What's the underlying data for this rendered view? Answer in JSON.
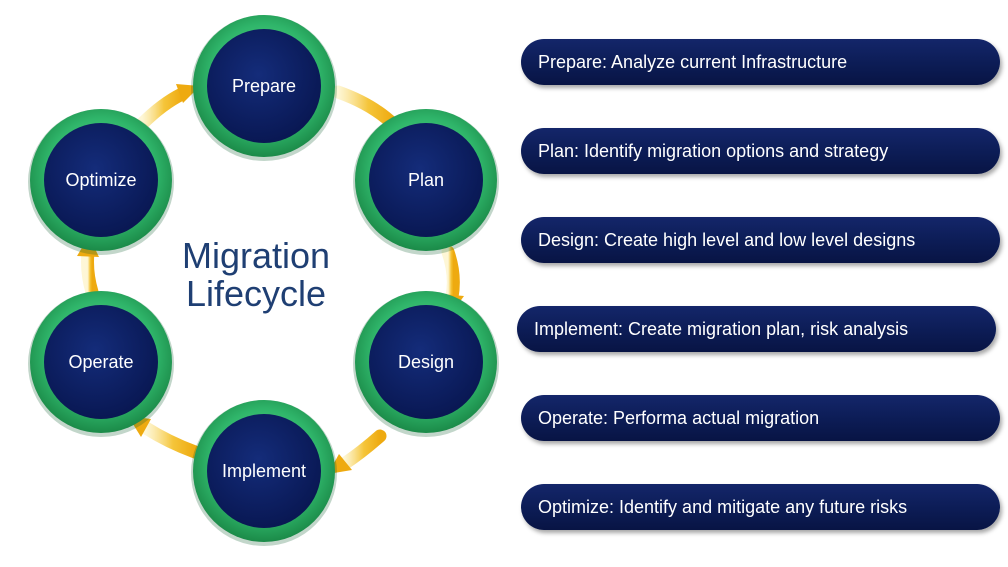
{
  "diagram": {
    "title_line1": "Migration",
    "title_line2": "Lifecycle",
    "stages": [
      {
        "id": "prepare",
        "label": "Prepare"
      },
      {
        "id": "plan",
        "label": "Plan"
      },
      {
        "id": "design",
        "label": "Design"
      },
      {
        "id": "implement",
        "label": "Implement"
      },
      {
        "id": "operate",
        "label": "Operate"
      },
      {
        "id": "optimize",
        "label": "Optimize"
      }
    ],
    "steps": [
      {
        "text": "Prepare: Analyze current Infrastructure"
      },
      {
        "text": "Plan: Identify migration options and strategy"
      },
      {
        "text": "Design: Create high level and low level designs"
      },
      {
        "text": "Implement: Create migration plan, risk analysis"
      },
      {
        "text": "Operate: Performa actual migration"
      },
      {
        "text": "Optimize: Identify and mitigate any future risks"
      }
    ]
  },
  "colors": {
    "node_fill": "#0c2061",
    "ring": "#2fb56a",
    "arrow": "#f2b519",
    "title": "#1f3f73",
    "pill": "#0c1c55"
  }
}
